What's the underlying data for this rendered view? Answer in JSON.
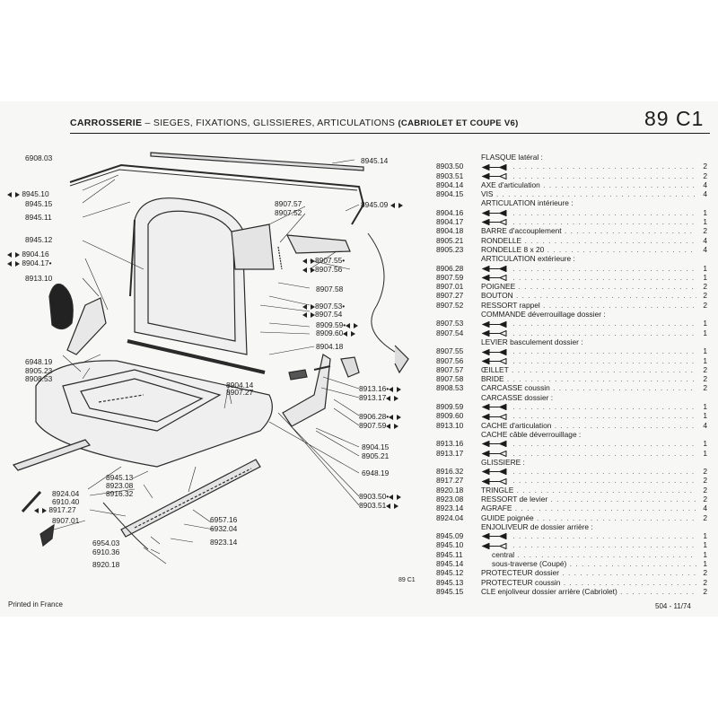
{
  "header": {
    "category": "CARROSSERIE",
    "subtitle": " – SIEGES, FIXATIONS, GLISSIERES, ARTICULATIONS ",
    "variant": "(CABRIOLET ET COUPE V6)",
    "page_code": "89 C1"
  },
  "diagram": {
    "code": "89 C1",
    "callouts_left": [
      {
        "text": "6908.03",
        "arrow": false
      },
      {
        "text": "8945.10",
        "arrow": true
      },
      {
        "text": "8945.15",
        "arrow": false
      },
      {
        "text": "8945.11",
        "arrow": false
      },
      {
        "text": "8945.12",
        "arrow": false
      },
      {
        "text": "8904.16",
        "arrow": true
      },
      {
        "text": "8904.17•",
        "arrow": true
      },
      {
        "text": "8913.10",
        "arrow": false
      },
      {
        "text": "6948.19",
        "arrow": false
      },
      {
        "text": "8905.23",
        "arrow": false
      },
      {
        "text": "8908.53",
        "arrow": false
      },
      {
        "text": "8924.04",
        "arrow": false
      },
      {
        "text": "6910.40",
        "arrow": false
      },
      {
        "text": "8917.27",
        "arrow": true
      },
      {
        "text": "8907.01",
        "arrow": false
      }
    ],
    "callouts_right": [
      {
        "text": "8945.14",
        "arrow": false
      },
      {
        "text": "8907.57",
        "arrow": false
      },
      {
        "text": "8907.52",
        "arrow": false
      },
      {
        "text": "8945.09",
        "arrow": true
      },
      {
        "text": "8907.55•",
        "arrow": true
      },
      {
        "text": "8907.56",
        "arrow": true
      },
      {
        "text": "8907.58",
        "arrow": false
      },
      {
        "text": "8907.53•",
        "arrow": true
      },
      {
        "text": "8907.54",
        "arrow": true
      },
      {
        "text": "8909.59•",
        "arrow": true
      },
      {
        "text": "8909.60",
        "arrow": true
      },
      {
        "text": "8904.18",
        "arrow": false
      },
      {
        "text": "8904.14",
        "arrow": false
      },
      {
        "text": "8907.27",
        "arrow": false
      },
      {
        "text": "8913.16•",
        "arrow": true
      },
      {
        "text": "8913.17",
        "arrow": true
      },
      {
        "text": "8906.28•",
        "arrow": true
      },
      {
        "text": "8907.59",
        "arrow": true
      },
      {
        "text": "8904.15",
        "arrow": false
      },
      {
        "text": "8905.21",
        "arrow": false
      },
      {
        "text": "6948.19",
        "arrow": false
      },
      {
        "text": "8903.50•",
        "arrow": true
      },
      {
        "text": "8903.51",
        "arrow": true
      }
    ],
    "callouts_bottom": [
      {
        "text": "8945.13"
      },
      {
        "text": "8923.08"
      },
      {
        "text": "8916.32"
      },
      {
        "text": "6957.16"
      },
      {
        "text": "6932.04"
      },
      {
        "text": "6954.03"
      },
      {
        "text": "6910.36"
      },
      {
        "text": "8923.14"
      },
      {
        "text": "8920.18"
      }
    ]
  },
  "parts_list": [
    {
      "ref": "",
      "desc": "FLASQUE latéral :",
      "qty": "",
      "kind": "section"
    },
    {
      "ref": "8903.50",
      "desc": "",
      "qty": "2",
      "kind": "left"
    },
    {
      "ref": "8903.51",
      "desc": "",
      "qty": "2",
      "kind": "right"
    },
    {
      "ref": "8904.14",
      "desc": "AXE d'articulation",
      "qty": "4",
      "kind": "item"
    },
    {
      "ref": "8904.15",
      "desc": "VIS",
      "qty": "4",
      "kind": "item"
    },
    {
      "ref": "",
      "desc": "ARTICULATION intérieure :",
      "qty": "",
      "kind": "section"
    },
    {
      "ref": "8904.16",
      "desc": "",
      "qty": "1",
      "kind": "left"
    },
    {
      "ref": "8904.17",
      "desc": "",
      "qty": "1",
      "kind": "right"
    },
    {
      "ref": "8904.18",
      "desc": "BARRE d'accouplement",
      "qty": "2",
      "kind": "item"
    },
    {
      "ref": "8905.21",
      "desc": "RONDELLE",
      "qty": "4",
      "kind": "item"
    },
    {
      "ref": "8905.23",
      "desc": "RONDELLE 8 x 20",
      "qty": "4",
      "kind": "item"
    },
    {
      "ref": "",
      "desc": "ARTICULATION extérieure :",
      "qty": "",
      "kind": "section"
    },
    {
      "ref": "8906.28",
      "desc": "",
      "qty": "1",
      "kind": "left"
    },
    {
      "ref": "8907.59",
      "desc": "",
      "qty": "1",
      "kind": "right"
    },
    {
      "ref": "8907.01",
      "desc": "POIGNEE",
      "qty": "2",
      "kind": "item"
    },
    {
      "ref": "8907.27",
      "desc": "BOUTON",
      "qty": "2",
      "kind": "item"
    },
    {
      "ref": "8907.52",
      "desc": "RESSORT rappel",
      "qty": "2",
      "kind": "item"
    },
    {
      "ref": "",
      "desc": "COMMANDE déverrouillage dossier :",
      "qty": "",
      "kind": "section"
    },
    {
      "ref": "8907.53",
      "desc": "",
      "qty": "1",
      "kind": "left"
    },
    {
      "ref": "8907.54",
      "desc": "",
      "qty": "1",
      "kind": "right"
    },
    {
      "ref": "",
      "desc": "LEVIER basculement dossier :",
      "qty": "",
      "kind": "section"
    },
    {
      "ref": "8907.55",
      "desc": "",
      "qty": "1",
      "kind": "left"
    },
    {
      "ref": "8907.56",
      "desc": "",
      "qty": "1",
      "kind": "right"
    },
    {
      "ref": "8907.57",
      "desc": "ŒILLET",
      "qty": "2",
      "kind": "item"
    },
    {
      "ref": "8907.58",
      "desc": "BRIDE",
      "qty": "2",
      "kind": "item"
    },
    {
      "ref": "8908.53",
      "desc": "CARCASSE coussin",
      "qty": "2",
      "kind": "item"
    },
    {
      "ref": "",
      "desc": "CARCASSE dossier :",
      "qty": "",
      "kind": "section"
    },
    {
      "ref": "8909.59",
      "desc": "",
      "qty": "1",
      "kind": "left"
    },
    {
      "ref": "8909.60",
      "desc": "",
      "qty": "1",
      "kind": "right"
    },
    {
      "ref": "8913.10",
      "desc": "CACHE d'articulation",
      "qty": "4",
      "kind": "item"
    },
    {
      "ref": "",
      "desc": "CACHE câble déverrouillage :",
      "qty": "",
      "kind": "section"
    },
    {
      "ref": "8913.16",
      "desc": "",
      "qty": "1",
      "kind": "left"
    },
    {
      "ref": "8913.17",
      "desc": "",
      "qty": "1",
      "kind": "right"
    },
    {
      "ref": "",
      "desc": "GLISSIERE :",
      "qty": "",
      "kind": "section"
    },
    {
      "ref": "8916.32",
      "desc": "",
      "qty": "2",
      "kind": "left"
    },
    {
      "ref": "8917.27",
      "desc": "",
      "qty": "2",
      "kind": "right"
    },
    {
      "ref": "8920.18",
      "desc": "TRINGLE",
      "qty": "2",
      "kind": "item"
    },
    {
      "ref": "8923.08",
      "desc": "RESSORT de levier",
      "qty": "2",
      "kind": "item"
    },
    {
      "ref": "8923.14",
      "desc": "AGRAFE",
      "qty": "4",
      "kind": "item"
    },
    {
      "ref": "8924.04",
      "desc": "GUIDE poignée",
      "qty": "2",
      "kind": "item"
    },
    {
      "ref": "",
      "desc": "ENJOLIVEUR de dossier arrière :",
      "qty": "",
      "kind": "section"
    },
    {
      "ref": "8945.09",
      "desc": "",
      "qty": "1",
      "kind": "left"
    },
    {
      "ref": "8945.10",
      "desc": "",
      "qty": "1",
      "kind": "right"
    },
    {
      "ref": "8945.11",
      "desc": "central",
      "qty": "1",
      "kind": "sub"
    },
    {
      "ref": "8945.14",
      "desc": "sous-traverse (Coupé)",
      "qty": "1",
      "kind": "sub"
    },
    {
      "ref": "8945.12",
      "desc": "PROTECTEUR dossier",
      "qty": "2",
      "kind": "item"
    },
    {
      "ref": "8945.13",
      "desc": "PROTECTEUR coussin",
      "qty": "2",
      "kind": "item"
    },
    {
      "ref": "8945.15",
      "desc": "CLE enjoliveur dossier arrière (Cabriolet)",
      "qty": "2",
      "kind": "item"
    }
  ],
  "footer": {
    "printed": "Printed in France",
    "model_date": "504 - 11/74"
  }
}
